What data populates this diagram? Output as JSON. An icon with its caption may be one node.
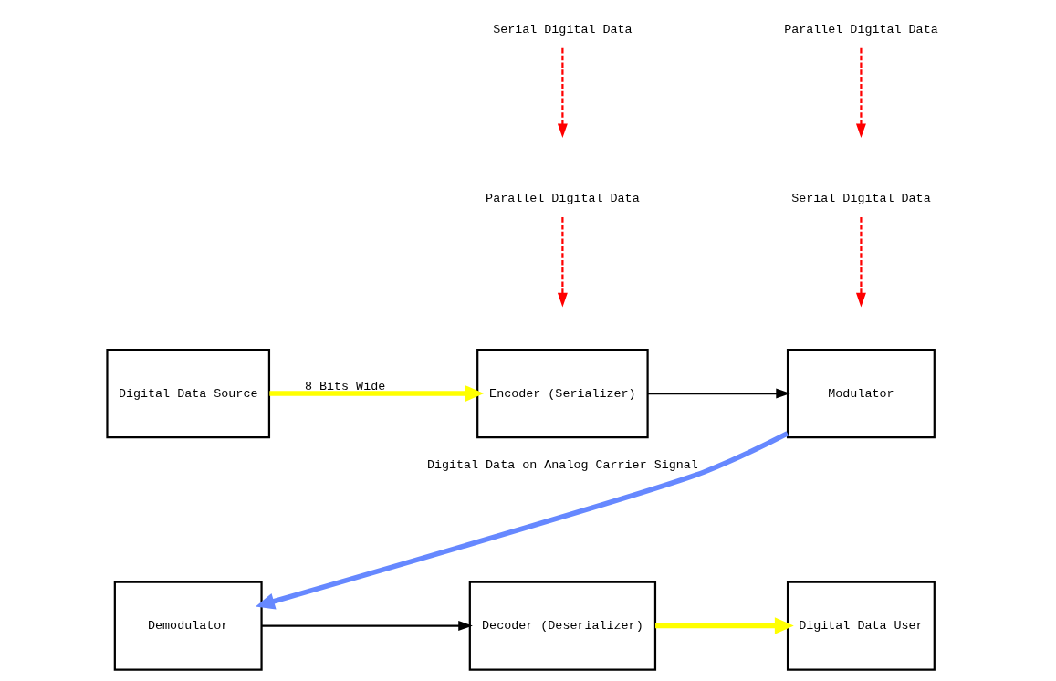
{
  "diagram": {
    "nodes": [
      {
        "text": [
          "Digital Data Source"
        ]
      },
      {
        "text": [
          "Encoder (Serializer)"
        ]
      },
      {
        "text": [
          "Modulator"
        ]
      },
      {
        "text": [
          "Demodulator"
        ]
      },
      {
        "text": [
          "Decoder (Deserializer)"
        ]
      },
      {
        "text": [
          "Digital Data User"
        ]
      },
      {
        "text": [
          "Parallel Digital Data"
        ]
      },
      {
        "text": [
          "Serial Digital Data"
        ]
      },
      {
        "text": [
          "Serial Digital Data"
        ]
      },
      {
        "text": [
          "Parallel Digital Data"
        ]
      }
    ],
    "edges": [
      {
        "from": 0,
        "to": 1,
        "arrow": "to",
        "label": "8 Bits Wide",
        "style": "thick",
        "color": "#ffff00"
      },
      {
        "from": 1,
        "to": 2,
        "arrow": "to",
        "color": "#000000"
      },
      {
        "from": 2,
        "to": 3,
        "arrow": "to",
        "label": "Digital Data on Analog Carrier Signal",
        "style": "thick",
        "color": "#6688ff"
      },
      {
        "from": 3,
        "to": 4,
        "arrow": "to",
        "color": "#000000"
      },
      {
        "from": 4,
        "to": 5,
        "arrow": "to",
        "style": "thick",
        "color": "#ffff00"
      },
      {
        "from": 6,
        "to": null,
        "arrow": "to",
        "style": "dashed",
        "color": "#ff0000"
      },
      {
        "from": 7,
        "to": null,
        "arrow": "to",
        "style": "dashed",
        "color": "#ff0000"
      },
      {
        "from": 8,
        "to": null,
        "arrow": "to",
        "style": "dashed",
        "color": "#ff0000"
      },
      {
        "from": 9,
        "to": null,
        "arrow": "to",
        "style": "dashed",
        "color": "#ff0000"
      }
    ]
  }
}
